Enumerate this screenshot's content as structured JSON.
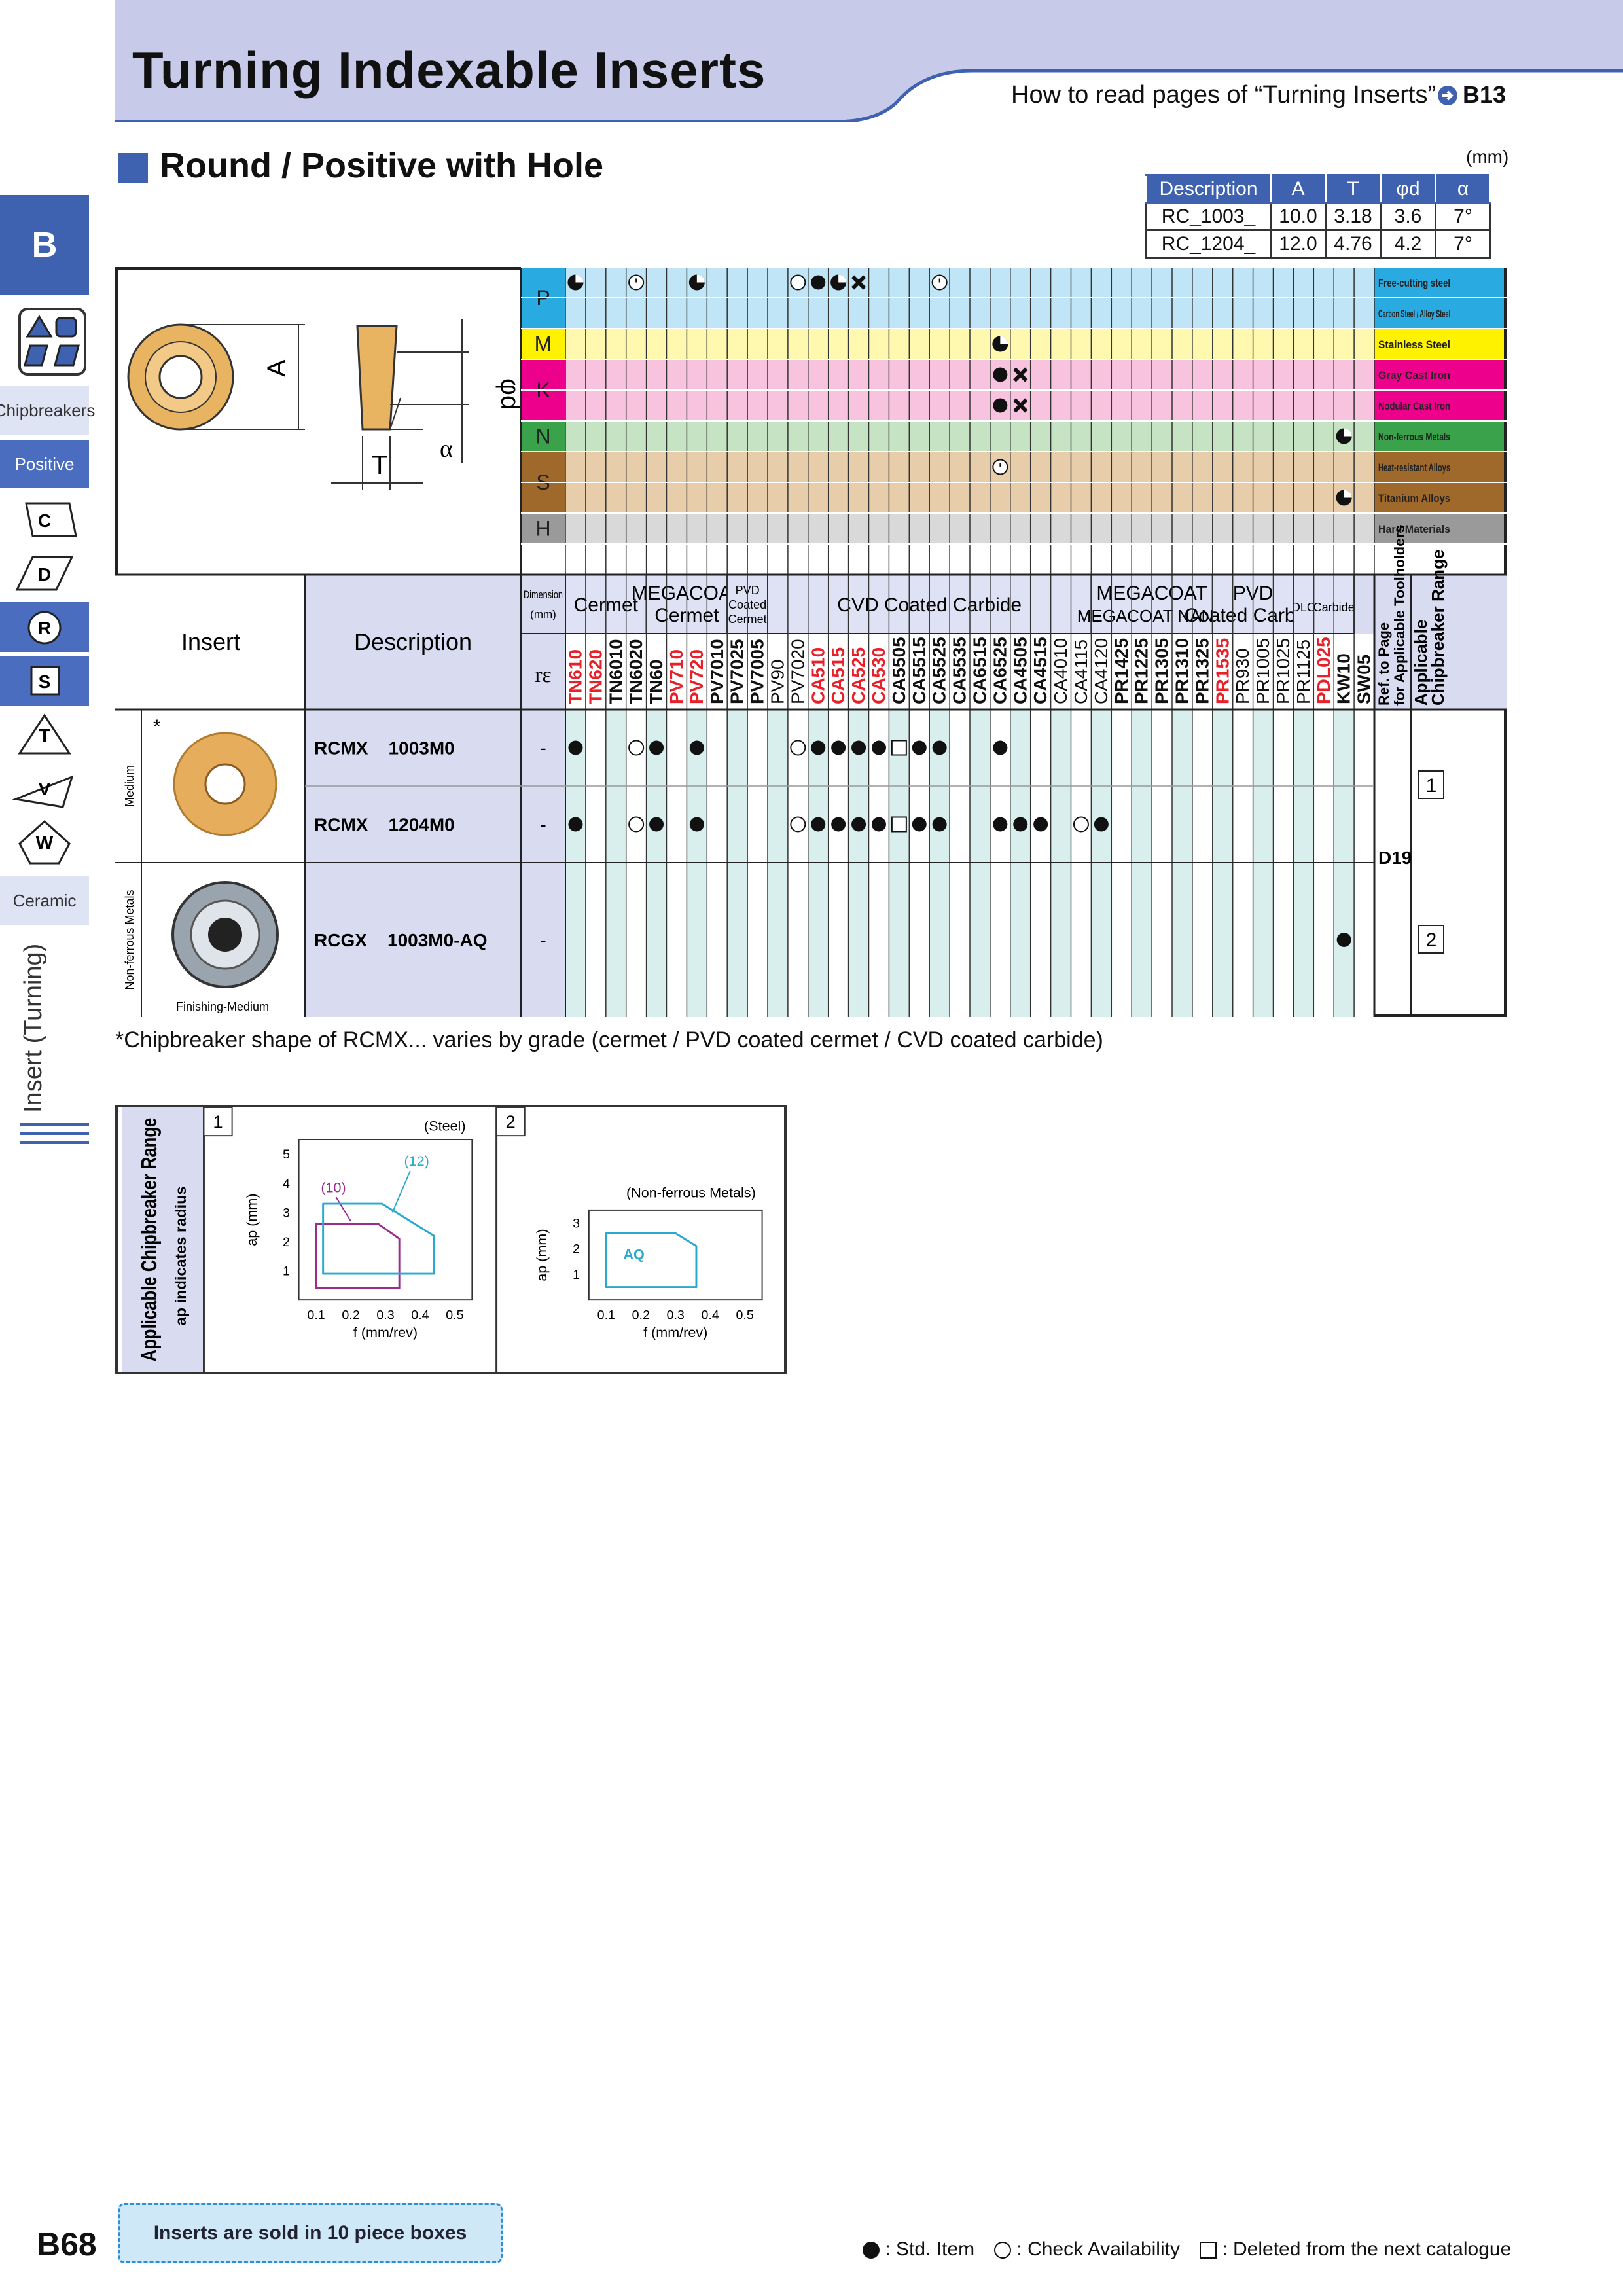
{
  "header": {
    "title": "Turning Indexable Inserts",
    "how_to_read": "How to read pages of “Turning Inserts”",
    "ref_page": "B13",
    "section_title": "Round / Positive with Hole",
    "unit": "(mm)"
  },
  "sidebar": {
    "section_letter": "B",
    "chipbreakers_label": "Chipbreakers",
    "positive_label": "Positive",
    "shapes": [
      "C",
      "D",
      "R",
      "S",
      "T",
      "V",
      "W"
    ],
    "ceramic_label": "Ceramic",
    "vertical_label": "Insert (Turning)"
  },
  "dims_table": {
    "headers": [
      "Description",
      "A",
      "T",
      "φd",
      "α"
    ],
    "rows": [
      [
        "RC_1003_",
        "10.0",
        "3.18",
        "3.6",
        "7°"
      ],
      [
        "RC_1204_",
        "12.0",
        "4.76",
        "4.2",
        "7°"
      ]
    ]
  },
  "diagram_labels": {
    "A": "A",
    "T": "T",
    "d": "φd",
    "alpha": "α"
  },
  "materials": [
    {
      "code": "P",
      "rows": [
        "Free-cutting steel",
        "Carbon Steel / Alloy Steel"
      ],
      "color": "#29abe2",
      "row_bg": "#bfe5f6"
    },
    {
      "code": "M",
      "rows": [
        "Stainless Steel"
      ],
      "color": "#fff200",
      "row_bg": "#fff9b0"
    },
    {
      "code": "K",
      "rows": [
        "Gray Cast Iron",
        "Nodular Cast Iron"
      ],
      "color": "#ec008c",
      "row_bg": "#f7c3df"
    },
    {
      "code": "N",
      "rows": [
        "Non-ferrous Metals"
      ],
      "color": "#3aa24a",
      "row_bg": "#c6e4c4"
    },
    {
      "code": "S",
      "rows": [
        "Heat-resistant Alloys",
        "Titanium Alloys"
      ],
      "color": "#a0692c",
      "row_bg": "#e8cdab"
    },
    {
      "code": "H",
      "rows": [
        "Hard Materials"
      ],
      "color": "#9a9a9a",
      "row_bg": "#d9d9d9"
    }
  ],
  "grade_groups": [
    {
      "label": "Cermet",
      "count": 4
    },
    {
      "label": "MEGACOAT Cermet",
      "count": 4
    },
    {
      "label": "PVD Coated Cermet",
      "count": 2
    },
    {
      "label": "CVD Coated Carbide",
      "count": 16
    },
    {
      "label": "MEGACOAT MEGACOAT NANO",
      "count": 6
    },
    {
      "label": "PVD Coated Carbide",
      "count": 4
    },
    {
      "label": "DLC",
      "count": 1
    },
    {
      "label": "Carbide",
      "count": 2
    }
  ],
  "grades": [
    "TN610",
    "TN620",
    "TN6010",
    "TN6020",
    "TN60",
    "PV710",
    "PV720",
    "PV7010",
    "PV7025",
    "PV7005",
    "PV90",
    "PV7020",
    "CA510",
    "CA515",
    "CA525",
    "CA530",
    "CA5505",
    "CA5515",
    "CA5525",
    "CA5535",
    "CA6515",
    "CA6525",
    "CA4505",
    "CA4515",
    "CA4010",
    "CA4115",
    "CA4120",
    "PR1425",
    "PR1225",
    "PR1305",
    "PR1310",
    "PR1325",
    "PR1535",
    "PR930",
    "PR1005",
    "PR1025",
    "PR1125",
    "PDL025",
    "KW10",
    "SW05"
  ],
  "grade_colors": {
    "red": [
      "TN610",
      "TN620",
      "PV710",
      "PV720",
      "CA510",
      "CA515",
      "CA525",
      "CA530",
      "PR1535",
      "PDL025"
    ],
    "light": [
      "PV90",
      "PV7020",
      "CA4010",
      "CA4115",
      "CA4120",
      "PR930",
      "PR1005",
      "PR1025",
      "PR1125"
    ]
  },
  "col_headers": {
    "dimension": "Dimension (mm)",
    "re": "rε",
    "insert": "Insert",
    "description": "Description",
    "ref_toolholders": "Ref. to Page for Applicable Toolholders",
    "applicable_range": "Applicable Chipbreaker Range"
  },
  "rows": [
    {
      "category": "Medium",
      "description": "RCMX    1003M0",
      "re": "-",
      "star": "*",
      "range": "1",
      "marks": {
        "TN610": "f",
        "TN6020": "o",
        "TN60": "f",
        "PV720": "f",
        "PV7020": "o",
        "CA510": "f",
        "CA515": "f",
        "CA525": "f",
        "CA530": "f",
        "CA5505": "s",
        "CA5515": "f",
        "CA5525": "f",
        "CA6525": "f"
      }
    },
    {
      "category": "Medium",
      "description": "RCMX    1204M0",
      "re": "-",
      "star": "",
      "range": "1",
      "marks": {
        "TN610": "f",
        "TN6020": "o",
        "TN60": "f",
        "PV720": "f",
        "PV7020": "o",
        "CA510": "f",
        "CA515": "f",
        "CA525": "f",
        "CA530": "f",
        "CA5505": "s",
        "CA5515": "f",
        "CA5525": "f",
        "CA6525": "f",
        "CA4505": "f",
        "CA4515": "f",
        "CA4115": "o",
        "CA4120": "f"
      }
    },
    {
      "category": "Non-ferrous Metals",
      "description": "RCGX    1003M0-AQ",
      "re": "-",
      "star": "",
      "sublabel": "Finishing-Medium",
      "range": "2",
      "marks": {
        "KW10": "f"
      }
    }
  ],
  "ref_page_rows": "D19",
  "suitability": {
    "P1": {
      "TN610": "hf",
      "TN6020": "hc",
      "PV720": "hf",
      "PV7020": "o",
      "CA510": "f",
      "CA515": "hf",
      "CA525": "x",
      "CA5525": "hc"
    },
    "K1": {
      "CA6525": "f",
      "CA4505": "x"
    },
    "K2": {
      "CA6525": "f",
      "CA4505": "x"
    },
    "M1": {
      "CA6525": "hf"
    },
    "N1": {
      "KW10": "hf"
    },
    "S1": {
      "CA6525": "hc"
    },
    "S2": {
      "KW10": "hf"
    }
  },
  "footnote": "*Chipbreaker shape of RCMX... varies by grade (cermet / PVD coated cermet / CVD coated carbide)",
  "chipbreaker_range": {
    "title": "Applicable Chipbreaker Range",
    "subtitle": "ap indicates radius",
    "charts": [
      {
        "index": "1",
        "material": "(Steel)",
        "ylabel": "ap (mm)",
        "xlabel": "f (mm/rev)",
        "xticks": [
          "0.1",
          "0.2",
          "0.3",
          "0.4",
          "0.5"
        ],
        "yticks": [
          "1",
          "2",
          "3",
          "4",
          "5"
        ],
        "regions": [
          {
            "name": "(10)",
            "color": "#9b2c8f"
          },
          {
            "name": "(12)",
            "color": "#29a9d0"
          }
        ]
      },
      {
        "index": "2",
        "material": "(Non-ferrous Metals)",
        "ylabel": "ap (mm)",
        "xlabel": "f (mm/rev)",
        "xticks": [
          "0.1",
          "0.2",
          "0.3",
          "0.4",
          "0.5"
        ],
        "yticks": [
          "1",
          "2",
          "3"
        ],
        "regions": [
          {
            "name": "AQ",
            "color": "#29a9d0"
          }
        ]
      }
    ]
  },
  "chart_data": [
    {
      "type": "area",
      "title": "(Steel)",
      "xlabel": "f (mm/rev)",
      "ylabel": "ap (mm)",
      "xlim": [
        0.05,
        0.55
      ],
      "ylim": [
        0,
        5.5
      ],
      "series": [
        {
          "name": "(10)",
          "x": [
            0.1,
            0.28,
            0.34,
            0.34,
            0.1
          ],
          "y": [
            2.6,
            2.6,
            2.1,
            0.4,
            0.4
          ]
        },
        {
          "name": "(12)",
          "x": [
            0.12,
            0.29,
            0.44,
            0.44,
            0.12
          ],
          "y": [
            3.3,
            3.3,
            2.2,
            0.9,
            0.9
          ]
        }
      ]
    },
    {
      "type": "area",
      "title": "(Non-ferrous Metals)",
      "xlabel": "f (mm/rev)",
      "ylabel": "ap (mm)",
      "xlim": [
        0.05,
        0.55
      ],
      "ylim": [
        0,
        3.5
      ],
      "series": [
        {
          "name": "AQ",
          "x": [
            0.1,
            0.3,
            0.36,
            0.36,
            0.1
          ],
          "y": [
            2.6,
            2.6,
            2.1,
            0.5,
            0.5
          ]
        }
      ]
    }
  ],
  "footer": {
    "page": "B68",
    "pack_note": "Inserts are sold in 10 piece boxes",
    "std_item": ": Std. Item",
    "check_avail": ": Check Availability",
    "deleted": ": Deleted from the next catalogue"
  }
}
